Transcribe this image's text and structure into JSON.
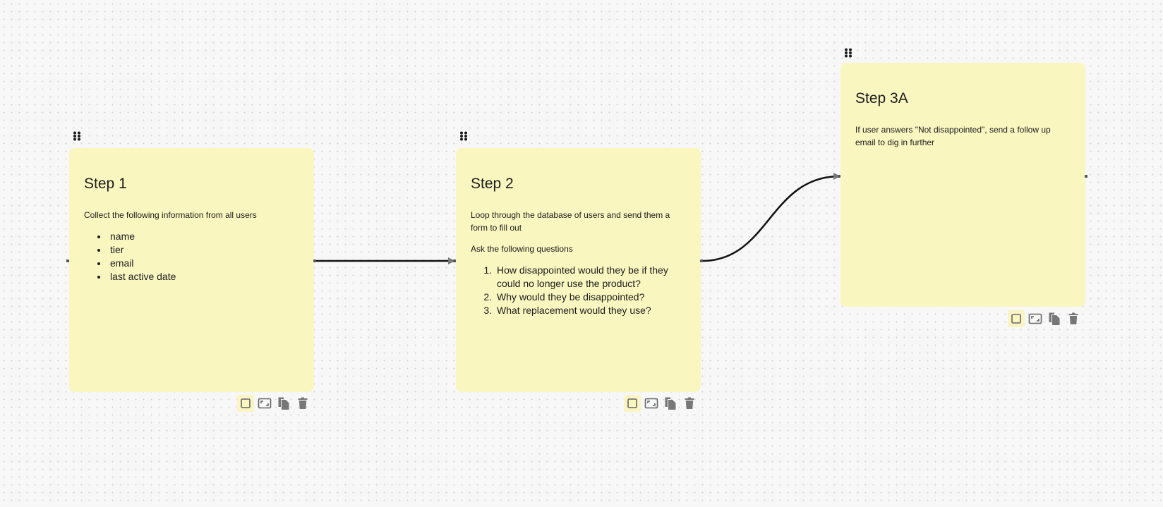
{
  "nodes": [
    {
      "title": "Step 1",
      "paragraphs": [
        "Collect the following information from all users"
      ],
      "bullets": [
        "name",
        "tier",
        "email",
        "last active date"
      ]
    },
    {
      "title": "Step 2",
      "paragraphs": [
        "Loop through the database of users and send them a form to fill out",
        "Ask the following questions"
      ],
      "numbered": [
        "How disappointed would they be if they could no longer use the product?",
        "Why would they be disappointed?",
        "What replacement would they use?"
      ]
    },
    {
      "title": "Step 3A",
      "paragraphs": [
        "If user answers \"Not disappointed\", send a follow up email to dig in further"
      ]
    }
  ],
  "toolbar": {
    "icons": [
      "color-swatch-icon",
      "resize-icon",
      "duplicate-icon",
      "trash-icon"
    ],
    "swatch_color": "#faf6c0"
  },
  "colors": {
    "card_background": "#faf6c0",
    "edge": "#111111",
    "canvas": "#f7f7f8"
  }
}
